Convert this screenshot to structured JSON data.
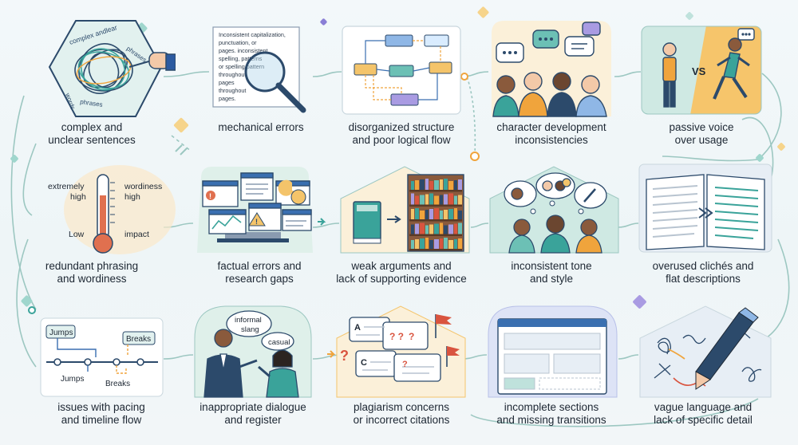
{
  "items": [
    {
      "caption": "complex and\nunclear sentences",
      "tags": [
        "complex andlear",
        "phrases",
        "words",
        "phrases"
      ]
    },
    {
      "caption": "mechanical errors",
      "doc_lines": [
        "Inconsistent capitalization,",
        "punctuation, or",
        "pages. inconsistent",
        "spelling, patterns",
        "or spelling pattern",
        "throughout",
        "pages",
        "throughout",
        "pages."
      ]
    },
    {
      "caption": "disorganized structure\nand poor logical flow"
    },
    {
      "caption": "character development\ninconsistencies"
    },
    {
      "caption": "passive voice\nover usage",
      "vs": "VS"
    },
    {
      "caption": "redundant phrasing\nand wordiness",
      "labels": [
        "extremely\nhigh",
        "wordiness\nhigh",
        "Low",
        "impact"
      ]
    },
    {
      "caption": "factual errors and\nresearch gaps"
    },
    {
      "caption": "weak arguments and\nlack of supporting evidence"
    },
    {
      "caption": "inconsistent tone\nand style"
    },
    {
      "caption": "overused clichés and\nflat descriptions"
    },
    {
      "caption": "issues with pacing\nand timeline flow",
      "labels": [
        "Jumps",
        "Breaks",
        "Jumps",
        "Breaks"
      ]
    },
    {
      "caption": "inappropriate dialogue\nand register",
      "bubbles": [
        "informal",
        "slang",
        "casual"
      ]
    },
    {
      "caption": "plagiarism concerns\nor incorrect citations",
      "letters": [
        "A",
        "C"
      ]
    },
    {
      "caption": "incomplete sections\nand missing transitions"
    },
    {
      "caption": "vague language and\nlack of specific detail"
    }
  ],
  "colors": {
    "line": "#8fbcb8",
    "teal": "#3aa39a",
    "orange": "#f0a43c",
    "purple": "#8a7fd6",
    "navy": "#2c4a6b",
    "red": "#d9543f",
    "cream": "#fbf0d9"
  }
}
